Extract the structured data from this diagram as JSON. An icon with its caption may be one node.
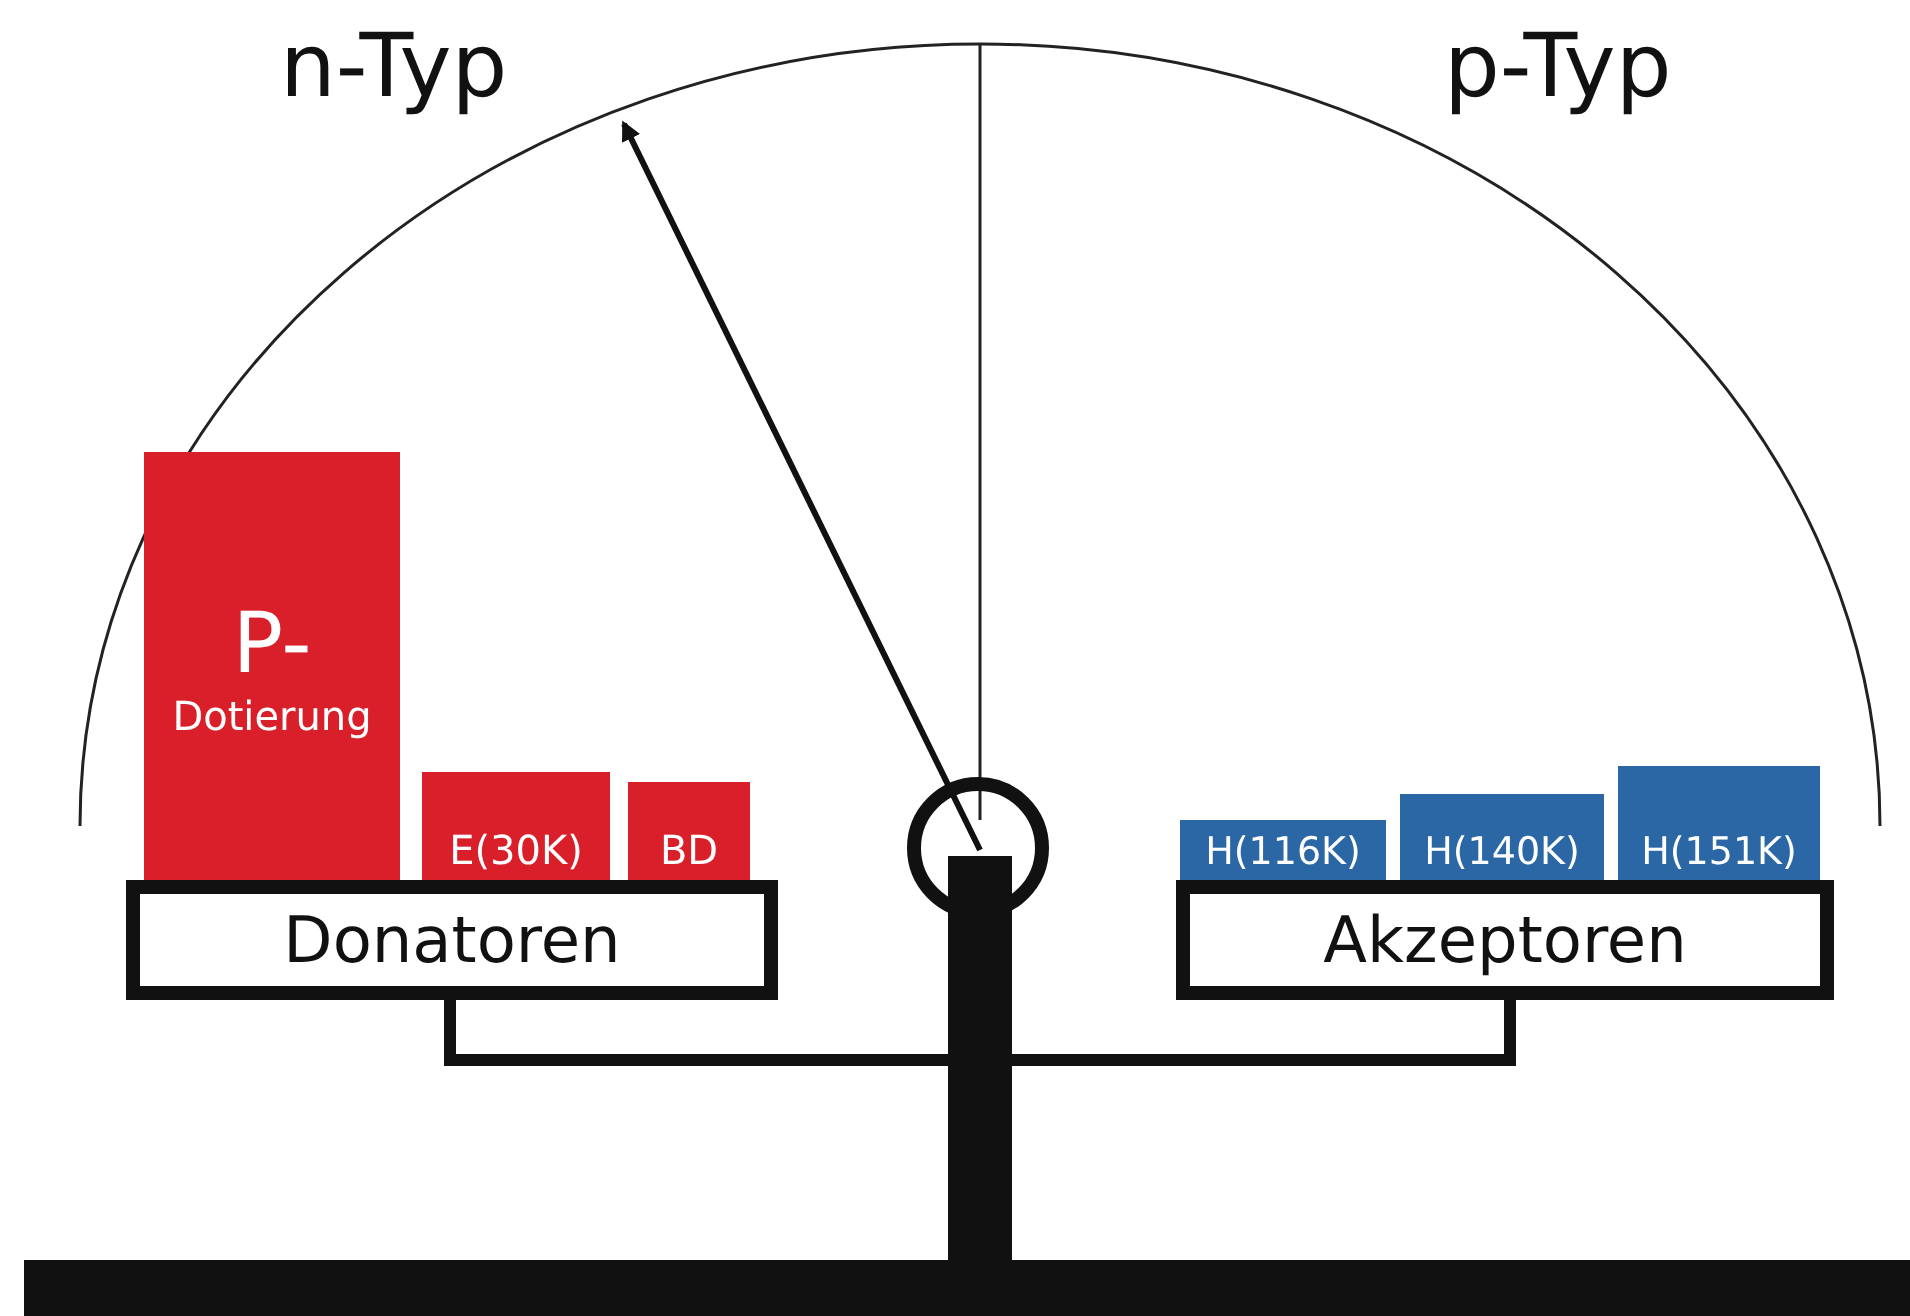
{
  "diagram": {
    "nodes": [
      {
        "text": [
          "P-",
          "Dotierung"
        ]
      },
      {
        "text": [
          "E(30K)"
        ]
      },
      {
        "text": [
          "BD"
        ]
      },
      {
        "text": [
          "Donatoren"
        ]
      },
      {
        "text": [
          "H(116K)"
        ]
      },
      {
        "text": [
          "H(140K)"
        ]
      },
      {
        "text": [
          "H(151K)"
        ]
      },
      {
        "text": [
          "Akzeptoren"
        ]
      }
    ],
    "labels": [
      "n-Typ",
      "p-Typ"
    ]
  }
}
